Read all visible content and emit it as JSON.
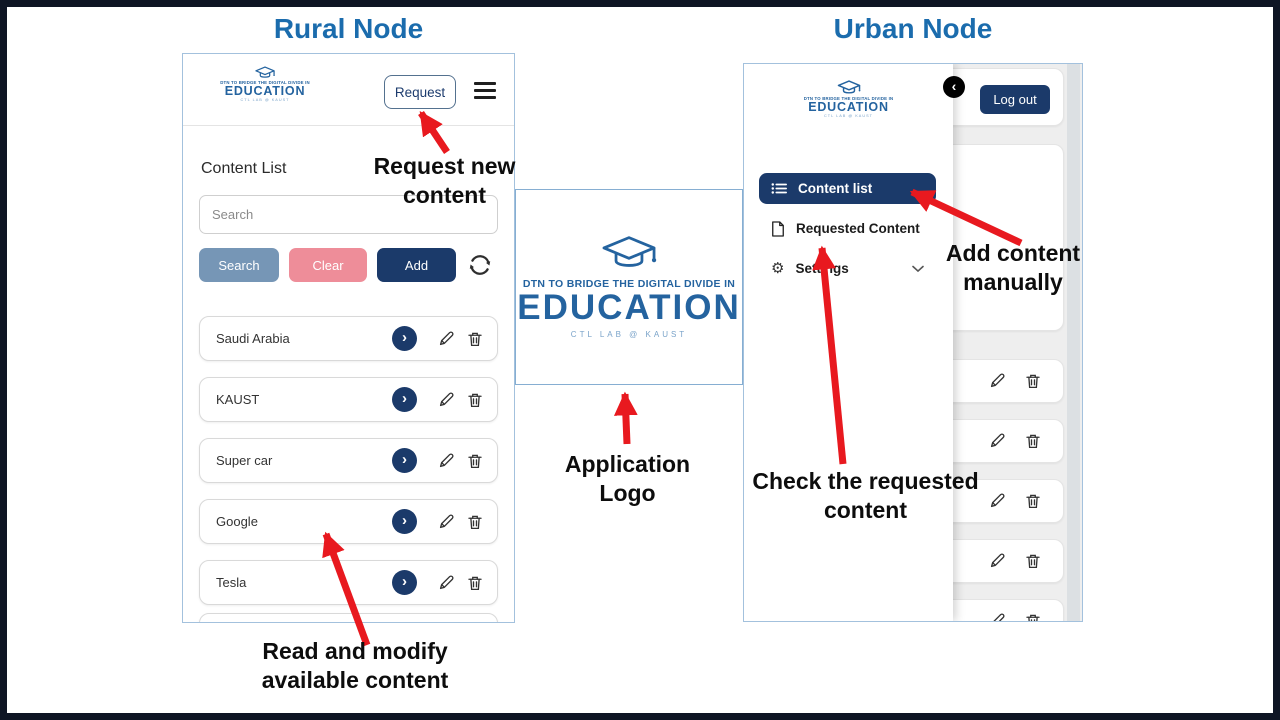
{
  "titles": {
    "rural": "Rural Node",
    "urban": "Urban Node"
  },
  "logo": {
    "line1": "DTN TO BRIDGE THE DIGITAL DIVIDE IN",
    "line2": "EDUCATION",
    "line3": "CTL LAB @ KAUST"
  },
  "rural_panel": {
    "request_button": "Request",
    "heading": "Content List",
    "search_placeholder": "Search",
    "buttons": {
      "search": "Search",
      "clear": "Clear",
      "add": "Add"
    },
    "items": [
      "Saudi Arabia",
      "KAUST",
      "Super car",
      "Google",
      "Tesla"
    ]
  },
  "urban_panel": {
    "logout_button": "Log out",
    "menu": [
      {
        "label": "Content list",
        "active": true
      },
      {
        "label": "Requested Content",
        "active": false
      },
      {
        "label": "Settings",
        "active": false
      }
    ]
  },
  "annotations": {
    "request_new": {
      "line1": "Request new",
      "line2": "content"
    },
    "read_modify": {
      "line1": "Read and modify",
      "line2": "available content"
    },
    "application_logo": {
      "line1": "Application",
      "line2": "Logo"
    },
    "add_manually": {
      "line1": "Add content",
      "line2": "manually"
    },
    "check_requested": {
      "line1": "Check the requested",
      "line2": "content"
    }
  },
  "icons": {
    "chevron_right": "›",
    "back_chevron": "‹",
    "gear": "⚙"
  },
  "colors": {
    "navy": "#1b3a6a",
    "steel_blue": "#7696b6",
    "salmon": "#ee8d99",
    "title_blue": "#1b6cad",
    "logo_blue": "#24639f",
    "annotation_red": "#e8191f",
    "panel_border": "#a3c1dd",
    "frame": "#0e1524"
  }
}
